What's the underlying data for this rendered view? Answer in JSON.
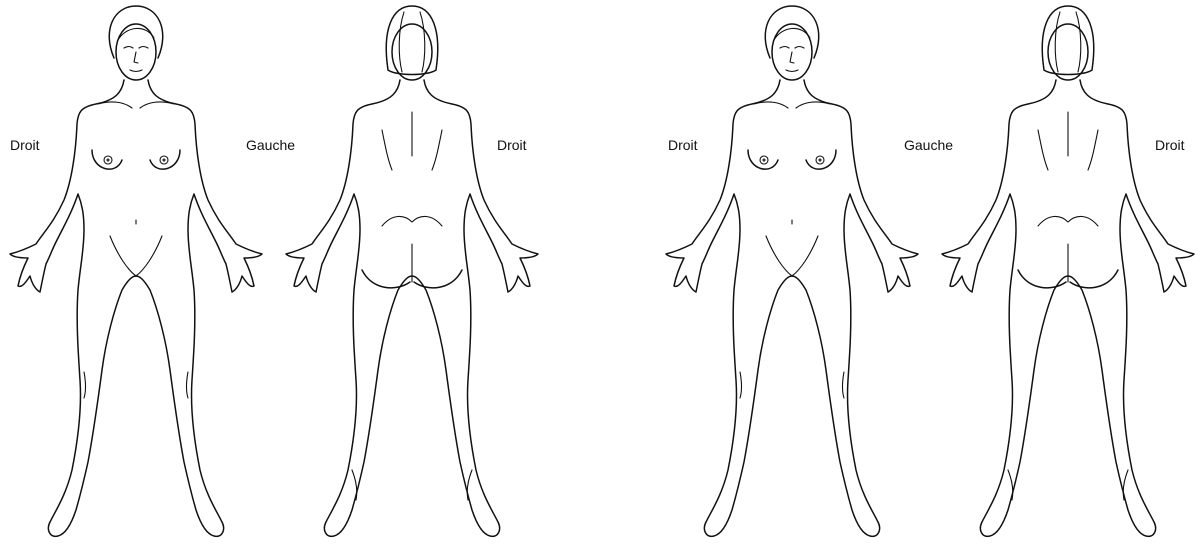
{
  "panels": [
    {
      "labels": {
        "front_side": "Droit",
        "between": "Gauche",
        "back_side": "Droit"
      }
    },
    {
      "labels": {
        "front_side": "Droit",
        "between": "Gauche",
        "back_side": "Droit"
      }
    }
  ],
  "colors": {
    "line": "#111111",
    "background": "#ffffff"
  }
}
